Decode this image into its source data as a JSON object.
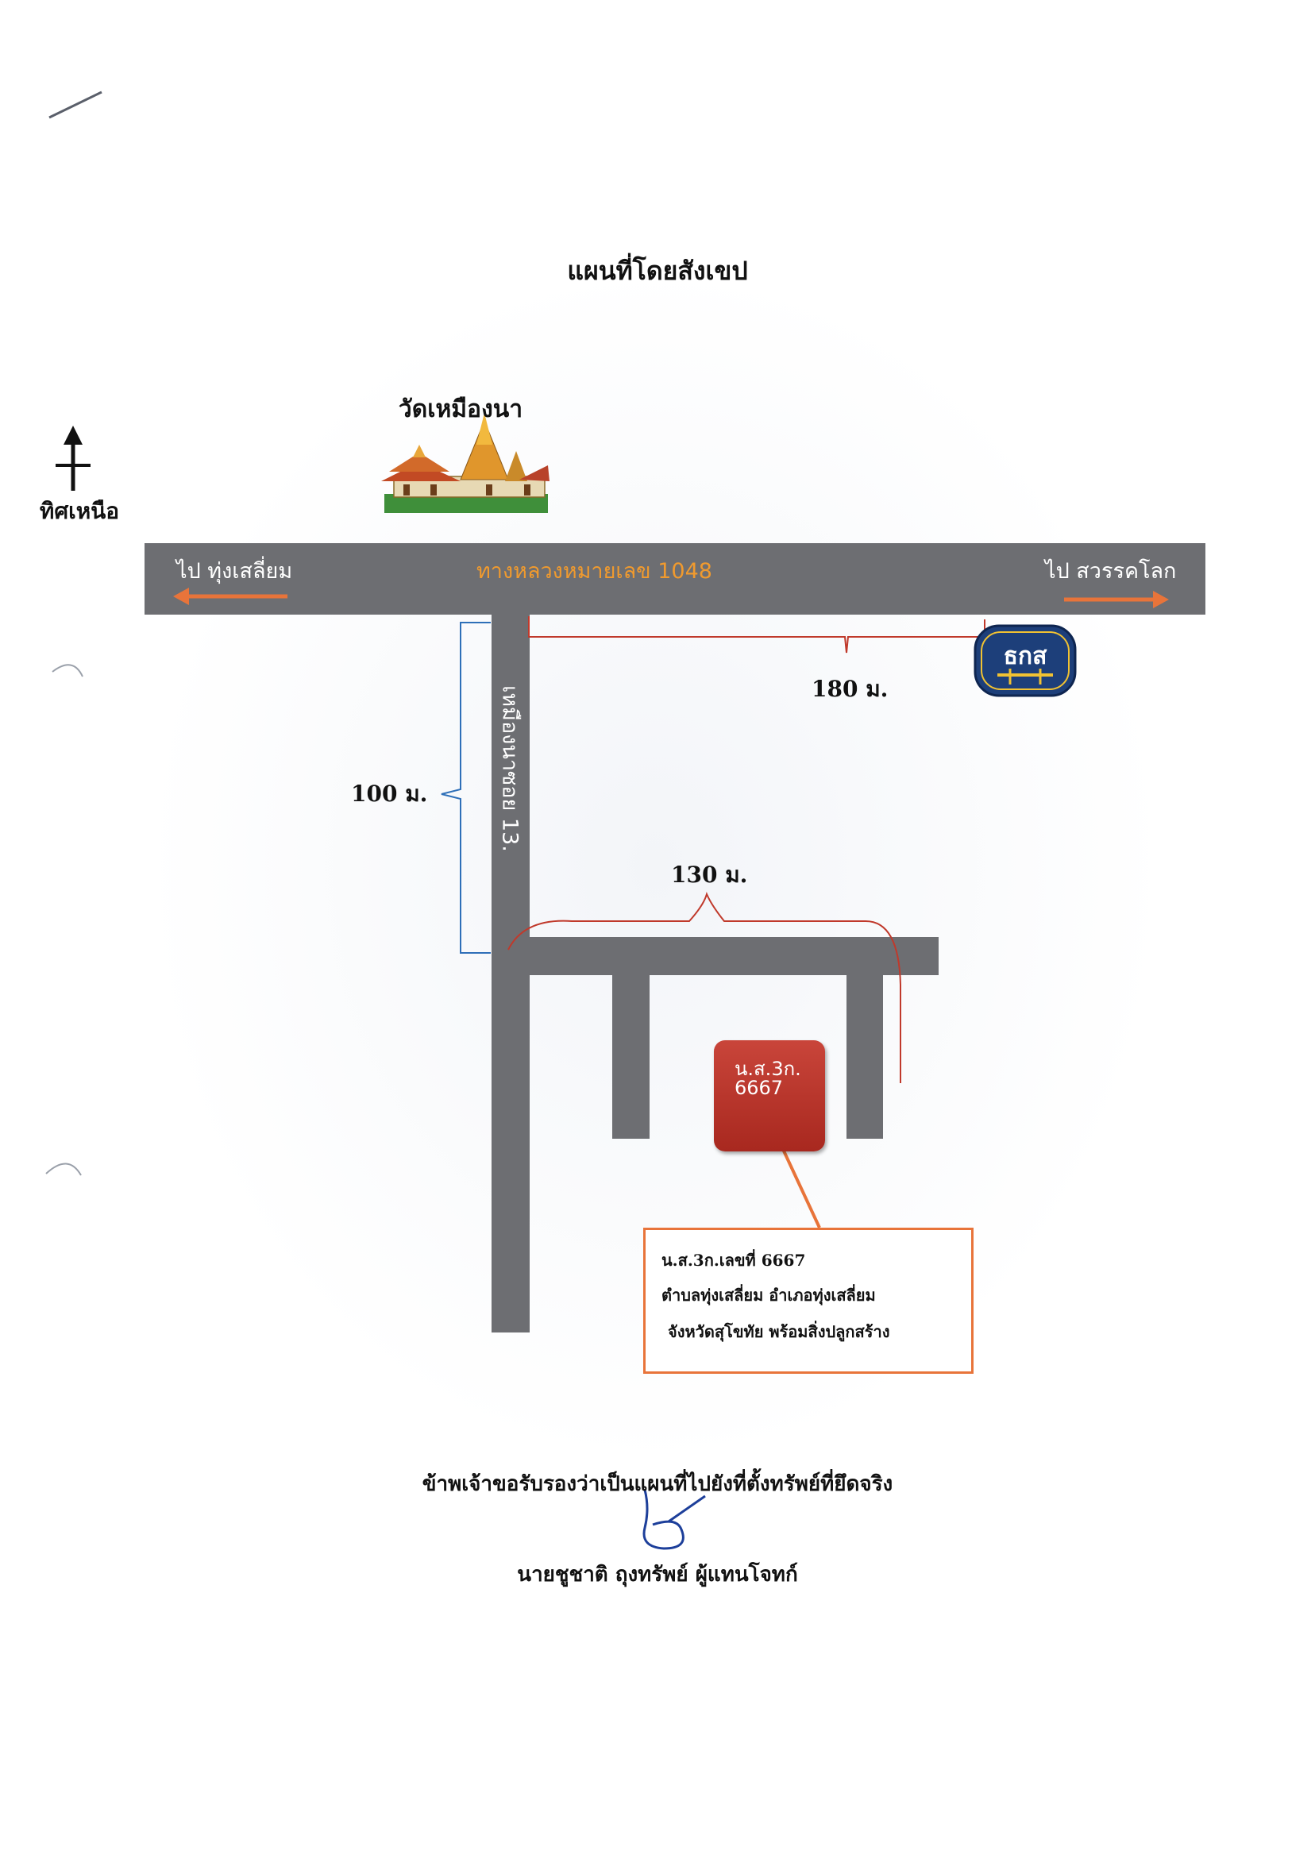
{
  "title": "แผนที่โดยสังเขป",
  "north_label": "ทิศเหนือ",
  "temple_label": "วัดเหมืองนา",
  "main_road": {
    "name": "ทางหลวงหมายเลข 1048",
    "left_label": "ไป ทุ่งเสลี่ยม",
    "right_label": "ไป สวรรคโลก"
  },
  "soi_label": "เหมืองนาซอย 13.",
  "distances": {
    "bank": "180 ม.",
    "soi": "100 ม.",
    "branch": "130 ม."
  },
  "plot": {
    "line1": "น.ส.3ก.",
    "line2": "6667"
  },
  "callout": {
    "line1": "น.ส.3ก.เลขที่ 6667",
    "line2": "ตำบลทุ่งเสลี่ยม  อำเภอทุ่งเสลี่ยม",
    "line3": "จังหวัดสุโขทัย พร้อมสิ่งปลูกสร้าง"
  },
  "certification": "ข้าพเจ้าขอรับรองว่าเป็นแผนที่ไปยังที่ตั้งทรัพย์ที่ยึดจริง",
  "signer": "นายชูชาติ ถุงทรัพย์ ผู้แทนโจทก์",
  "bank_logo_text": "ธกส",
  "colors": {
    "road": "#6d6e72",
    "road_name": "#f09a2e",
    "arrow": "#e8743a",
    "red_bracket": "#c0392b",
    "blue_bracket": "#2e6fb8",
    "plot": "#b8322a",
    "bank_logo": "#1d3f7a"
  },
  "icons": [
    "north-arrow-icon",
    "temple-icon",
    "bank-logo-icon",
    "signature-icon"
  ]
}
